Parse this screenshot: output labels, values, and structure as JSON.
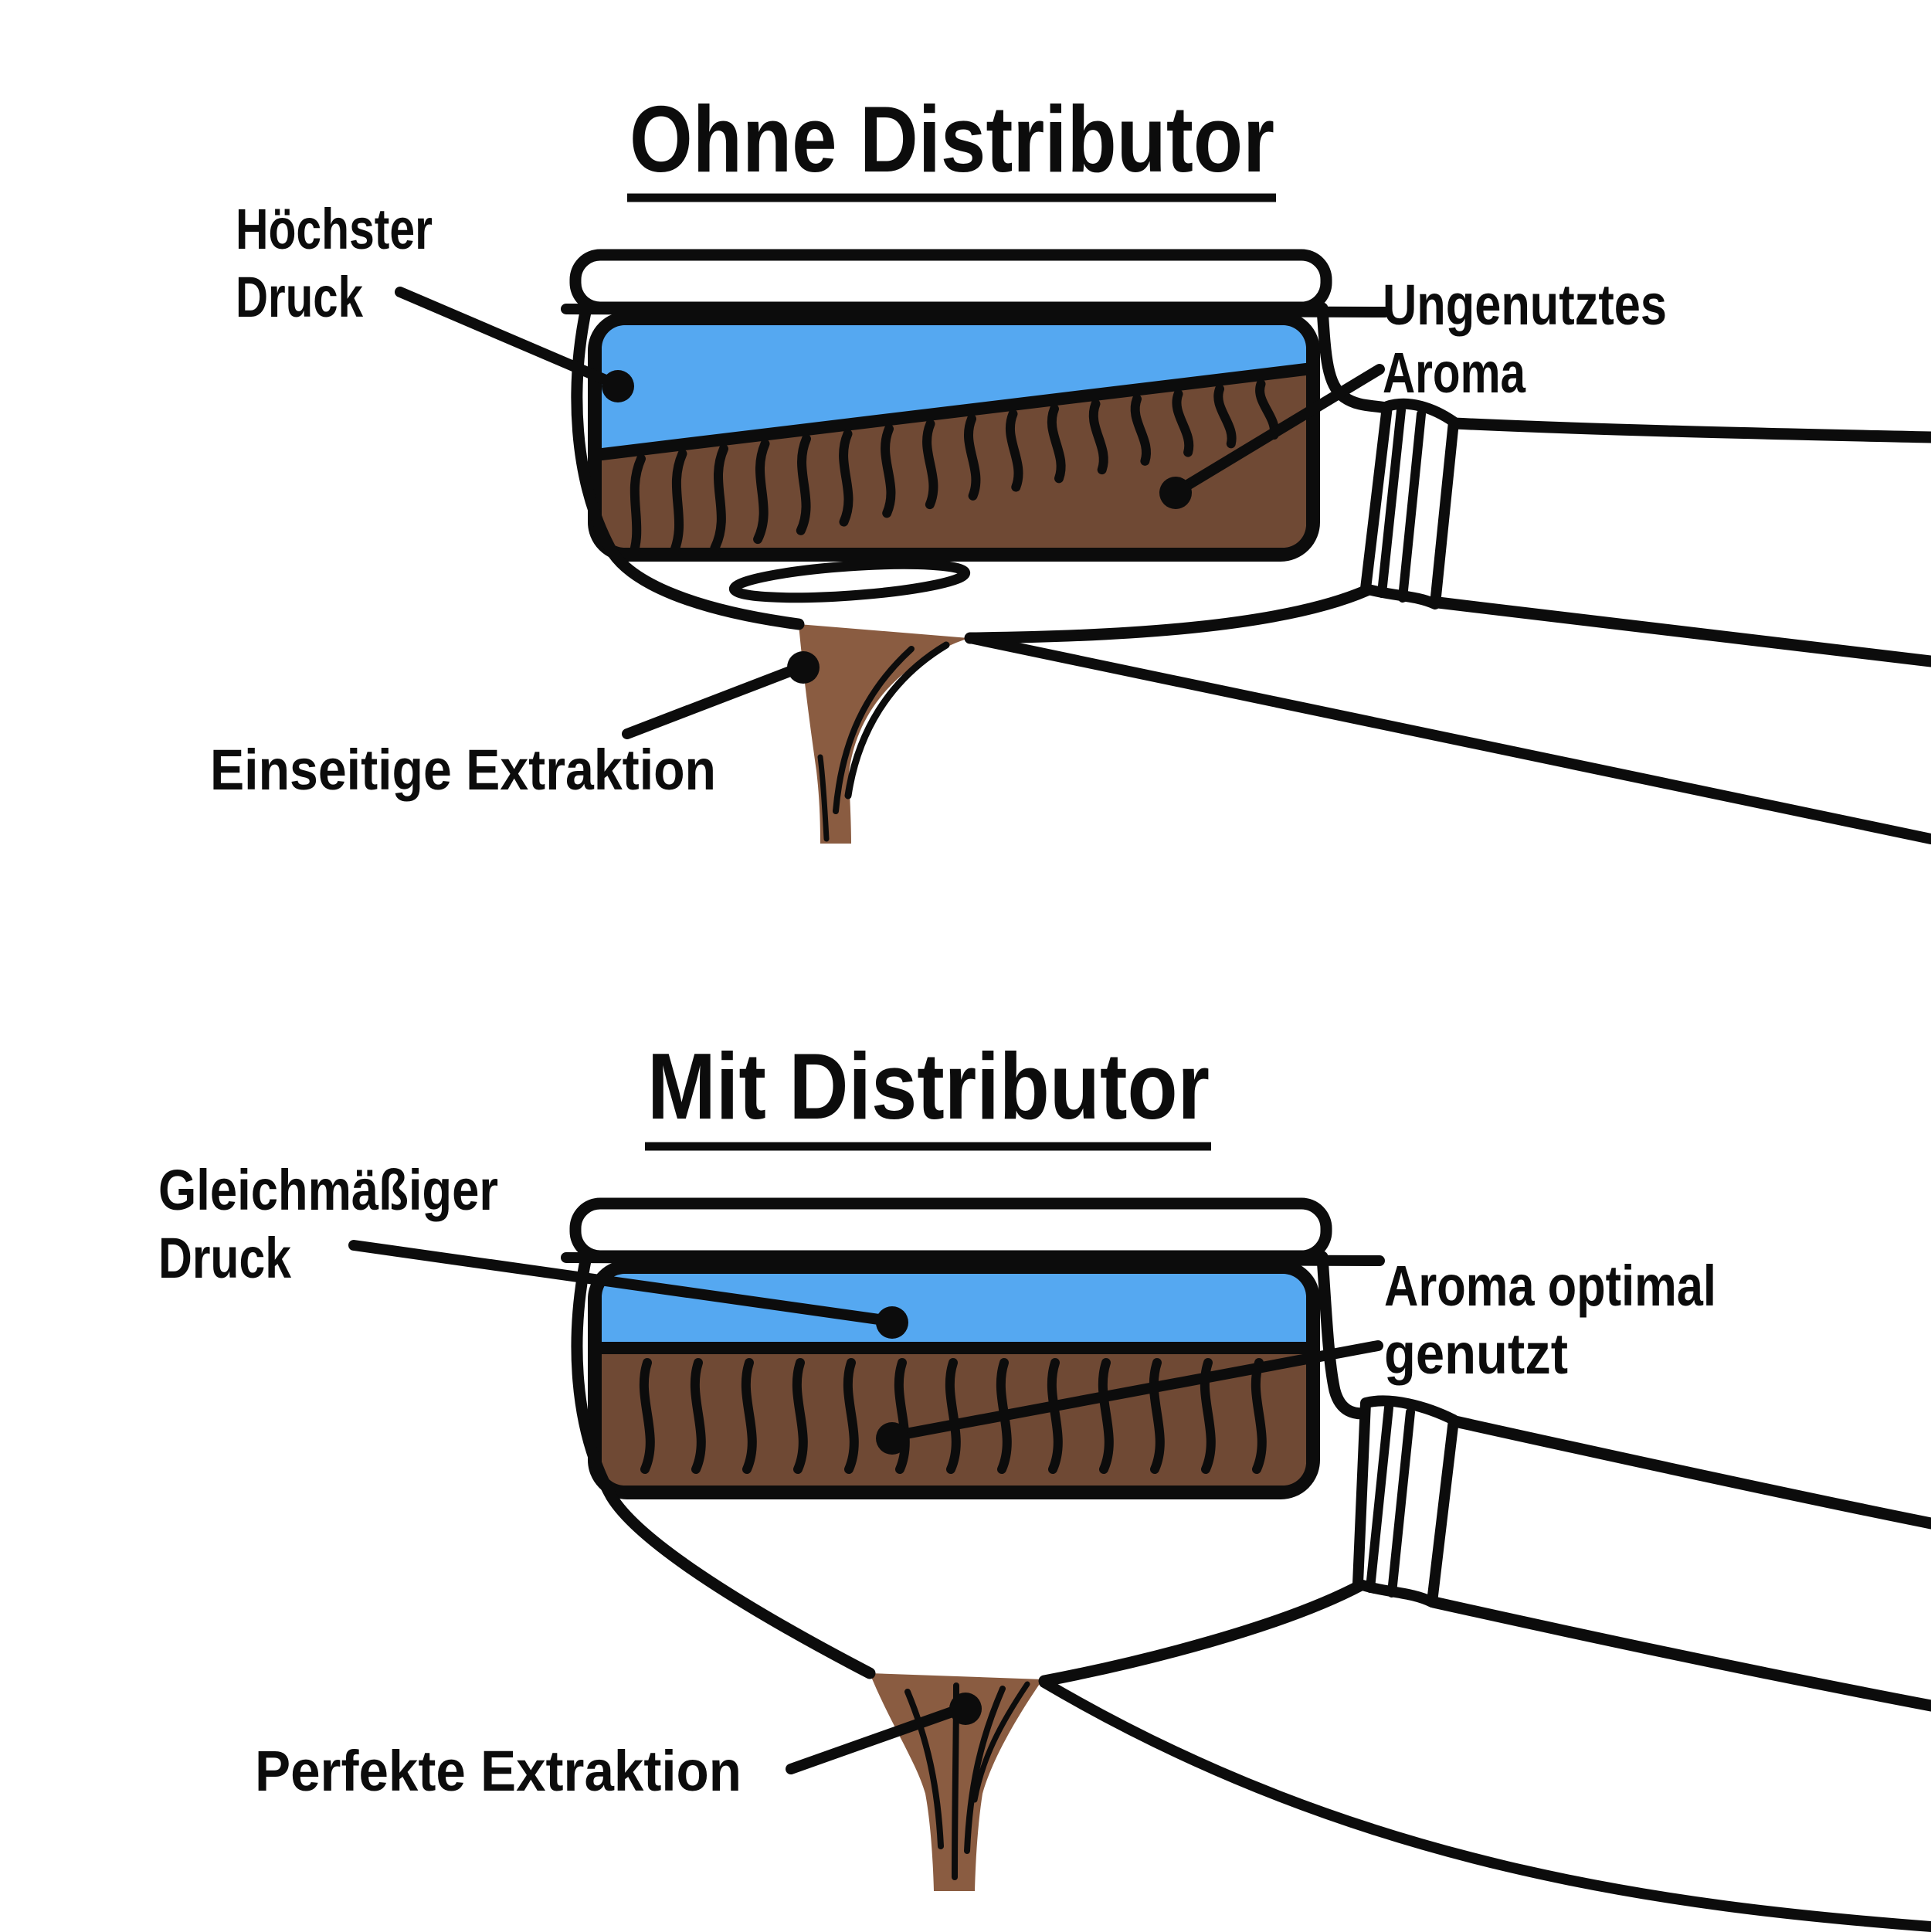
{
  "colors": {
    "water": "#55a8f1",
    "coffee_bed": "#6f4934",
    "espresso_stream": "#8a5c41",
    "outline": "#0c0c0c"
  },
  "top_diagram": {
    "title": "Ohne Distributor",
    "labels": {
      "pressure_line1": "Höchster",
      "pressure_line2": "Druck",
      "aroma_line1": "Ungenutztes",
      "aroma_line2": "Aroma",
      "extraction": "Einseitige Extraktion"
    }
  },
  "bottom_diagram": {
    "title": "Mit Distributor",
    "labels": {
      "pressure_line1": "Gleichmäßiger",
      "pressure_line2": "Druck",
      "aroma_line1": "Aroma optimal",
      "aroma_line2": "genutzt",
      "extraction": "Perfekte Extraktion"
    }
  }
}
